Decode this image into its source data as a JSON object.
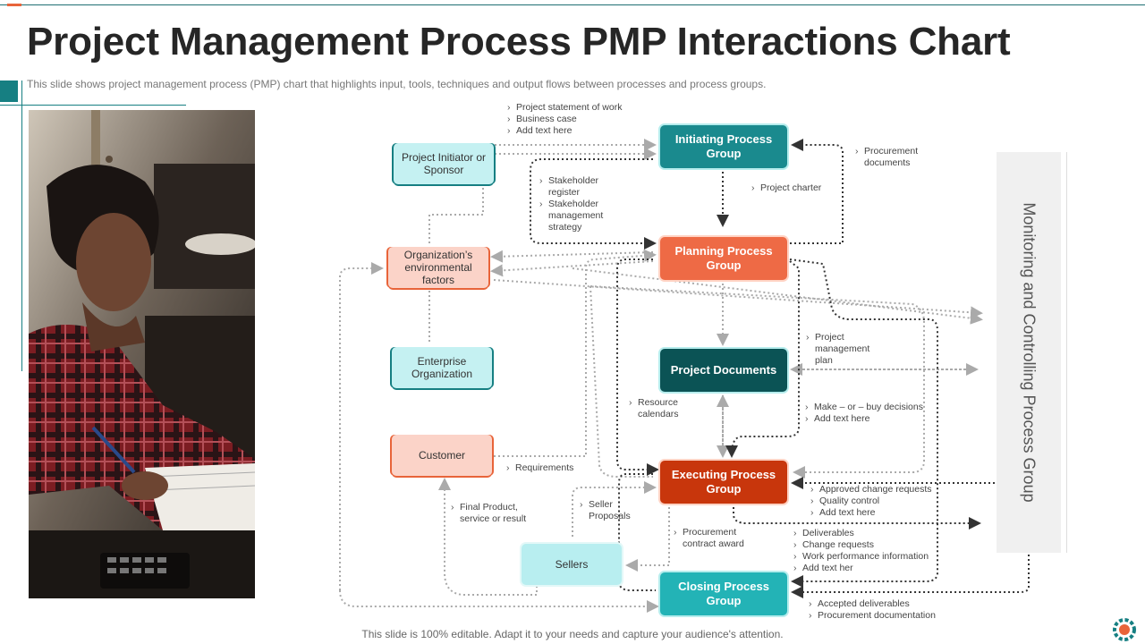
{
  "slide": {
    "title": "Project Management Process PMP Interactions Chart",
    "subtitle": "This slide shows project management process (PMP) chart that highlights input, tools, techniques and output flows between processes and process groups.",
    "footer": "This slide is 100% editable. Adapt it to your needs and capture your audience's attention."
  },
  "boxes": {
    "sponsor": "Project Initiator or Sponsor",
    "env": "Organization’s environmental factors",
    "enterprise": "Enterprise Organization",
    "customer": "Customer",
    "sellers": "Sellers",
    "initiating": "Initiating Process Group",
    "planning": "Planning Process Group",
    "documents": "Project Documents",
    "executing": "Executing Process Group",
    "closing": "Closing Process Group",
    "monitoring": "Monitoring and Controlling Process Group"
  },
  "notes": {
    "initiating_inputs": [
      "Project statement of work",
      "Business case",
      "Add text here"
    ],
    "stakeholder": [
      "Stakeholder register",
      "Stakeholder management strategy"
    ],
    "procurement_docs": [
      "Procurement documents"
    ],
    "charter": [
      "Project charter"
    ],
    "mgmt_plan": [
      "Project management plan"
    ],
    "resource": [
      "Resource calendars"
    ],
    "make_buy": [
      "Make – or – buy decisions",
      "Add text here"
    ],
    "requirements": [
      "Requirements"
    ],
    "approved": [
      "Approved change requests",
      "Quality control",
      "Add text here"
    ],
    "final_product": [
      "Final Product, service or result"
    ],
    "seller_proposals": [
      "Seller Proposals"
    ],
    "contract": [
      "Procurement contract award"
    ],
    "deliverables": [
      "Deliverables",
      "Change requests",
      "Work performance information",
      "Add text her"
    ],
    "accepted": [
      "Accepted deliverables",
      "Procurement documentation"
    ]
  },
  "colors": {
    "teal_dark": "#0b5355",
    "teal": "#1a8a8e",
    "teal_light": "#c5f1f2",
    "orange": "#ee6a45",
    "red": "#c8360c",
    "peach": "#fbd3c8"
  }
}
